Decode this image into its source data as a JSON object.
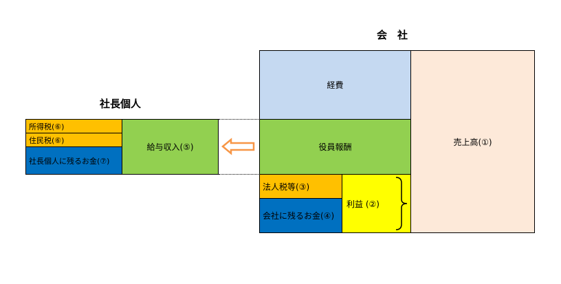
{
  "colors": {
    "expense": "#c5d9f1",
    "salary": "#92d050",
    "corp_tax": "#ffc000",
    "retained": "#0070c0",
    "profit": "#ffff00",
    "sales": "#fde9d9",
    "arrow": "#f79646",
    "border": "#000000"
  },
  "company": {
    "title": "会　社",
    "expense": "経費",
    "executive_pay": "役員報酬",
    "corp_tax": "法人税等(③)",
    "retained": "会社に残るお金(④)",
    "profit": "利益 (②)",
    "sales": "売上高(①)"
  },
  "president": {
    "title": "社長個人",
    "income_tax": "所得税(⑥)",
    "resident_tax": "住民税(⑥)",
    "remaining": "社長個人に残るお金(⑦)",
    "salary_income": "給与収入(⑤)"
  },
  "icons": {
    "arrow": "left-arrow-icon",
    "brace": "right-brace-icon"
  }
}
